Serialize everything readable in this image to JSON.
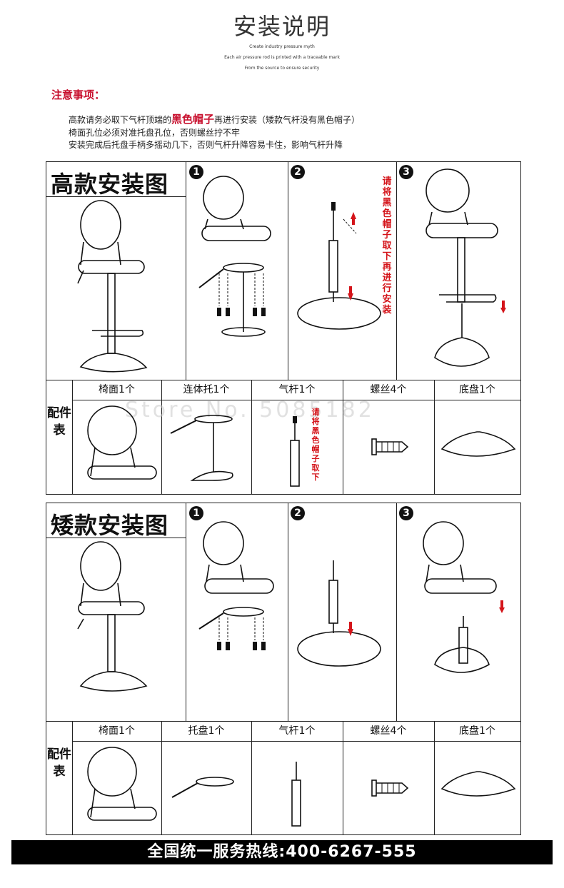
{
  "header": {
    "title": "安装说明",
    "subtitles": [
      "Create industry pressure myth",
      "Each air pressure rod is printed with a traceable mark",
      "From the source to ensure security"
    ]
  },
  "notice": {
    "heading": "注意事项：",
    "line1_prefix": "高款请务必取下气杆顶端的",
    "line1_red": "黑色帽子",
    "line1_suffix": "再进行安装（矮款气杆没有黑色帽子）",
    "line2": "椅面孔位必须对准托盘孔位，否则螺丝拧不牢",
    "line3": "安装完成后托盘手柄多摇动几下，否则气杆升降容易卡住，影响气杆升降"
  },
  "tall": {
    "title": "高款安装图",
    "steps": [
      "1",
      "2",
      "3"
    ],
    "step2_note": "请将黑色帽子取下再进行安装",
    "parts_label": "配件表",
    "parts": [
      "椅面1个",
      "连体托1个",
      "气杆1个",
      "螺丝4个",
      "底盘1个"
    ],
    "gas_note": "请将黑色帽子取下",
    "watermark": "Store No. 5085182"
  },
  "short": {
    "title": "矮款安装图",
    "steps": [
      "1",
      "2",
      "3"
    ],
    "parts_label": "配件表",
    "parts": [
      "椅面1个",
      "托盘1个",
      "气杆1个",
      "螺丝4个",
      "底盘1个"
    ]
  },
  "footer": {
    "hotline": "全国统一服务热线:400-6267-555"
  },
  "colors": {
    "accent_red": "#d4141a",
    "notice_red": "#c8102e",
    "footer_bg": "#000000"
  }
}
